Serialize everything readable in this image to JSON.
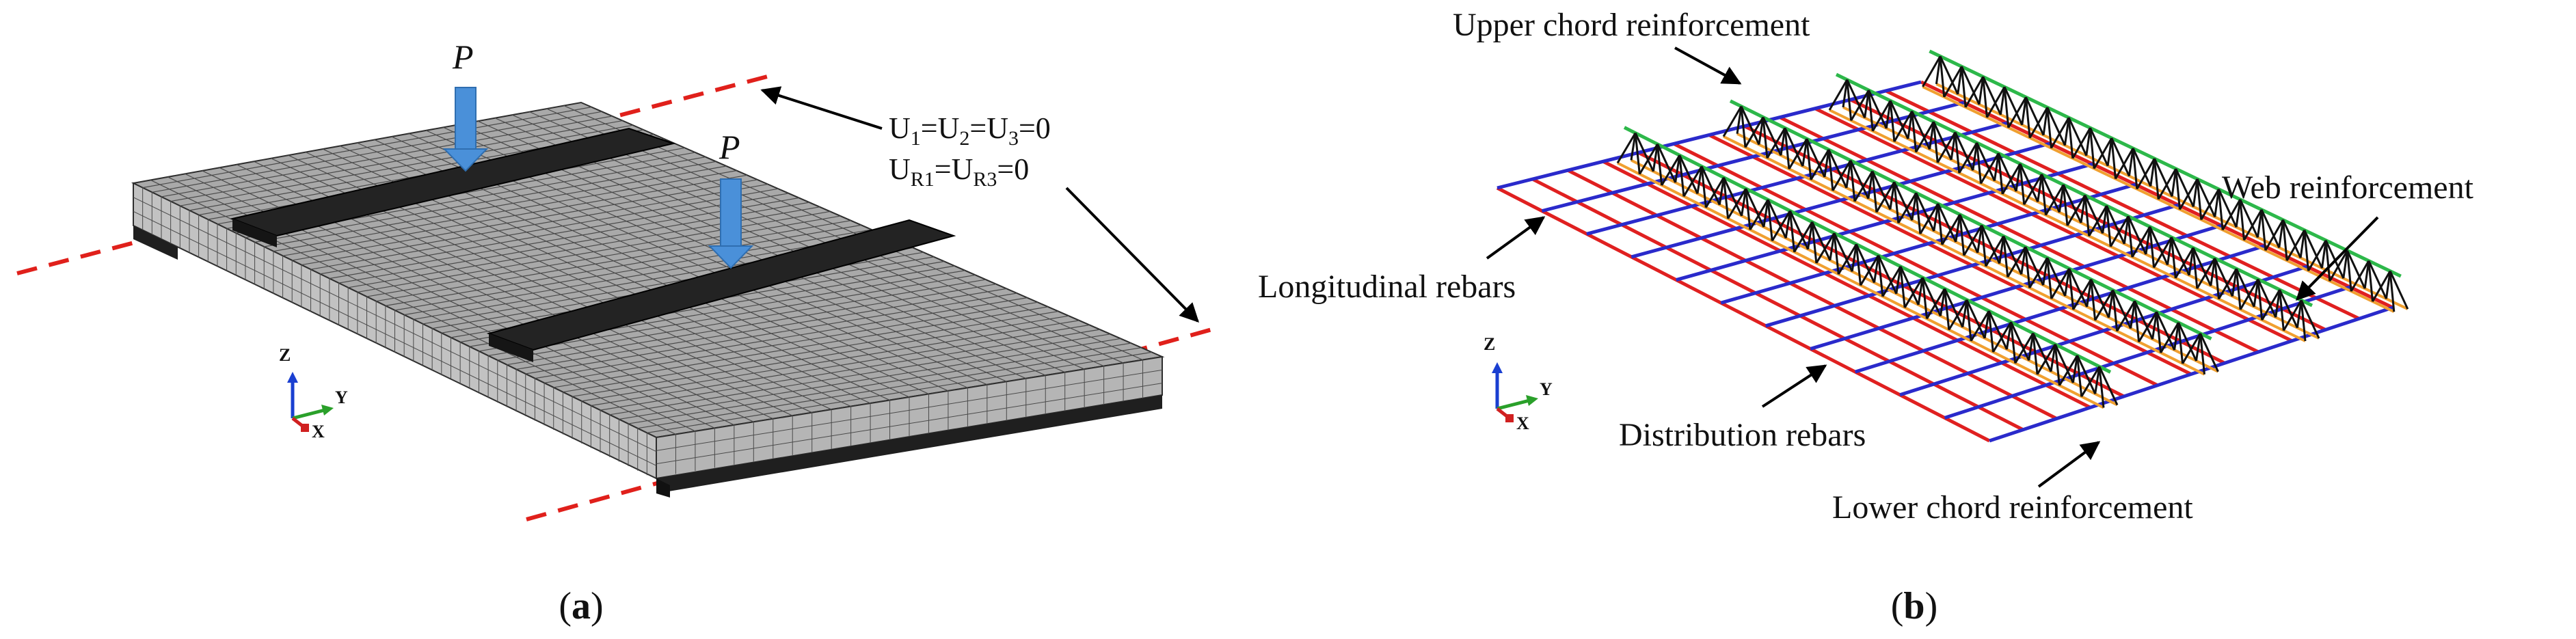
{
  "panel_a": {
    "caption_open": "(",
    "caption_letter": "a",
    "caption_close": ")",
    "load_label_1": "P",
    "load_label_2": "P",
    "bc_line1": {
      "u": "U",
      "s1": "1",
      "eq1": "=U",
      "s2": "2",
      "eq2": "=U",
      "s3": "3",
      "tail": "=0"
    },
    "bc_line2": {
      "u": "U",
      "s1": "R1",
      "eq1": "=U",
      "s2": "R3",
      "tail": "=0"
    },
    "axes": {
      "z": "Z",
      "y": "Y",
      "x": "X"
    }
  },
  "panel_b": {
    "caption_open": "(",
    "caption_letter": "b",
    "caption_close": ")",
    "labels": {
      "upper_chord": "Upper chord reinforcement",
      "web": "Web reinforcement",
      "longitudinal": "Longitudinal rebars",
      "distribution": "Distribution rebars",
      "lower_chord": "Lower chord reinforcement"
    },
    "axes": {
      "z": "Z",
      "y": "Y",
      "x": "X"
    }
  },
  "colors": {
    "mesh_top": "#a7a7a7",
    "mesh_side": "#bdbdbd",
    "mesh_line": "#4a4a4a",
    "support": "#1f1f1f",
    "load_arrow": "#4a90d9",
    "boundary_dash": "#e0201b",
    "rebar_red": "#e02020",
    "rebar_blue": "#2a2acb",
    "rebar_orange": "#f0a030",
    "rebar_green": "#2db84a",
    "web_black": "#111111",
    "axis_z": "#1a3fd1",
    "axis_y": "#2aa02a",
    "axis_x": "#d02020"
  }
}
